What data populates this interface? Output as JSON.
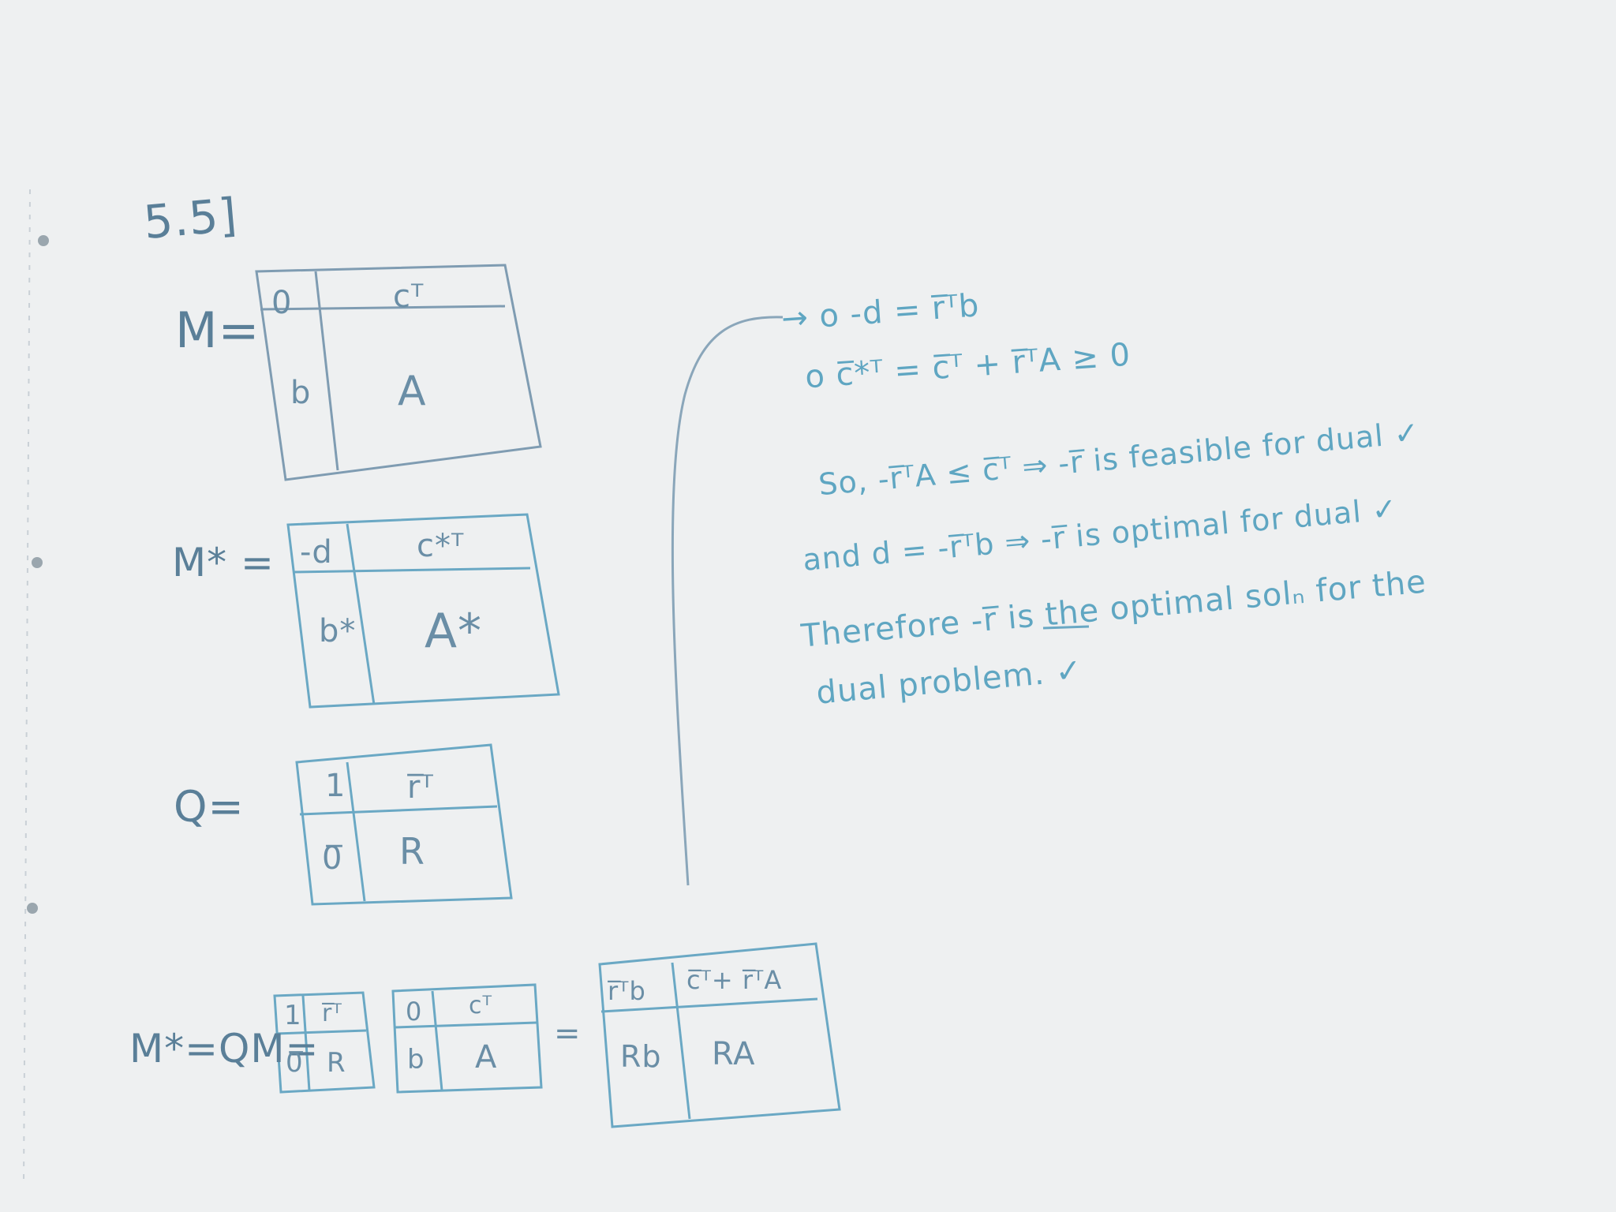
{
  "problem_number": "5.5]",
  "matrix_M": {
    "label": "M=",
    "top_left": "0",
    "top_right": "cᵀ",
    "bottom_left": "b",
    "bottom_right": "A"
  },
  "matrix_M_star": {
    "label": "M* =",
    "top_left": "-d",
    "top_right": "c*ᵀ",
    "bottom_left": "b*",
    "bottom_right": "A*"
  },
  "matrix_Q": {
    "label": "Q=",
    "top_left": "1",
    "top_right": "r̅ᵀ",
    "bottom_left": "0̅",
    "bottom_right": "R"
  },
  "product": {
    "label": "M*=QM=",
    "q": {
      "top_left": "1",
      "top_right": "r̅ᵀ",
      "bottom_left": "0̅",
      "bottom_right": "R"
    },
    "m": {
      "top_left": "0",
      "top_right": "cᵀ",
      "bottom_left": "b",
      "bottom_right": "A"
    },
    "equals": "=",
    "result": {
      "top_left": "r̅ᵀb",
      "top_right": "c̅ᵀ+ r̅ᵀA",
      "bottom_left": "Rb",
      "bottom_right": "RA"
    }
  },
  "notes": {
    "line1": "→ o  -d = r̅ᵀb",
    "line2": "o  c̅*ᵀ = c̅ᵀ + r̅ᵀA  ≥ 0",
    "line3": "So,  -r̅ᵀA ≤ c̅ᵀ  ⇒ -r̅ is feasible for dual ✓",
    "line4": "and  d = -r̅ᵀb  ⇒ -r̅ is optimal for dual ✓",
    "line5a": "Therefore -r̅ ",
    "line5b": "is",
    "line5c": " the optimal solₙ for the",
    "line6": "dual problem. ✓"
  }
}
